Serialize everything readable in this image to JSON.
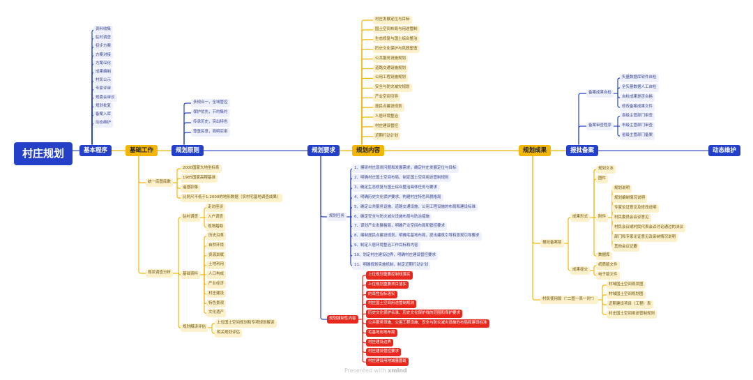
{
  "root": {
    "label": "村庄规划"
  },
  "colors": {
    "blue": "#2440c9",
    "yellow": "#f2b705",
    "red": "#e8281c",
    "blue_line": "#8893e0",
    "yellow_line": "#f5cf5c"
  },
  "main": [
    {
      "id": "basic_procedure",
      "label": "基本程序",
      "color": "blue"
    },
    {
      "id": "foundation",
      "label": "基础工作",
      "color": "yellow"
    },
    {
      "id": "principles",
      "label": "规划原则",
      "color": "blue"
    },
    {
      "id": "requirements",
      "label": "规划要求",
      "color": "blue"
    },
    {
      "id": "content",
      "label": "规划内容",
      "color": "yellow"
    },
    {
      "id": "results",
      "label": "规划成果",
      "color": "yellow"
    },
    {
      "id": "approval",
      "label": "报批备案",
      "color": "blue"
    },
    {
      "id": "maintenance",
      "label": "动态维护",
      "color": "blue"
    }
  ],
  "basic_procedure": [
    "资料收集",
    "驻村调查",
    "初步方案",
    "方案对接",
    "方案深化",
    "成果编制",
    "村民公示",
    "专家评审",
    "规委会审议",
    "规划批复",
    "备案入库",
    "动态维护"
  ],
  "principles": [
    "多规合一，全域管控",
    "保护优先，节约集约",
    "传承历史，突出特色",
    "尊重民意，简明实用"
  ],
  "foundation": {
    "base_map": {
      "label": "统一底图底数",
      "items": [
        "2000国家大地坐标系",
        "1985国家高程基准",
        "遥感影像",
        "比例尺不低于1:2000的地形数据（农村宅基地调查成果）"
      ]
    },
    "survey": {
      "label": "现状调查分析",
      "village_survey": {
        "label": "驻村调查",
        "items": [
          "走访座谈",
          "入户调查",
          "现场踏勘"
        ]
      },
      "basic_data": {
        "label": "基础资料",
        "items": [
          "历史沿革",
          "自然环境",
          "资源禀赋",
          "土地利用",
          "人口构成",
          "产业经济",
          "村庄建设",
          "特色景观",
          "文化遗产"
        ]
      },
      "evaluation": {
        "label": "规划解读评估",
        "items": [
          "上位国土空间规划和专项规划解读",
          "相关规划评估"
        ]
      }
    }
  },
  "content": [
    "村庄发展定位与目标",
    "国土空间布局与用途管制",
    "生态修复与国土综合整治",
    "历史文化保护与风貌塑造",
    "公共服务设施规划",
    "道路交通设施规划",
    "公用工程设施规划",
    "安全与防灾减灾规划",
    "产业空间引导",
    "居民点建设规划",
    "人居环境整治",
    "村庄建设管控",
    "近期行动计划"
  ],
  "requirements": {
    "tasks": {
      "label": "规划任务",
      "items": [
        "1、摸研村庄现状问题和发展需求，确定村庄发展定位与目标",
        "2、明确村庄国土空间布局，制定国土空间用途管制规则",
        "3、确定生态修复与国土综合整治具体任务与要求",
        "4、明确历史文化保护要求，构建村庄特色风貌格局",
        "5、确定公共服务设施、道路交通设施、公用工程设施的布局和建设标准",
        "6、确定安全与防灾减灾设施布局与防治措施",
        "7、谋划产业发展格局，明确产业空间布局和管控要求",
        "8、编制居民点建设规划，明确宅基地布局，提出建筑引导和景观引导要求",
        "9、制定人居环境整治工作目标和内容",
        "10、划定村庄建设边界，明确村庄建设管控要求",
        "11、明确规划实施机制，制定近期行动计划"
      ]
    },
    "mandatory": {
      "label": "规划强制性内容",
      "items": [
        "上位规划重要控制线落实",
        "上位规划重要项目落实",
        "约束性指标落实",
        "村庄国土空间用途管制规则",
        "历史文化保护名录、历史文化保护线的范围和保护要求",
        "公共服务设施、公用工程设施、安全与防灾减灾设施的布局和建设标准",
        "宅基地用地布局",
        "村庄建设边界",
        "村庄建设管控要求",
        "村庄建设用地减量图斑"
      ]
    }
  },
  "results": {
    "approval_version": {
      "label": "报批备案版",
      "forms": {
        "label": "成果形式",
        "items": [
          "规划文本",
          "图件"
        ],
        "attachments": {
          "label": "附件",
          "items": [
            "规划说明",
            "规划编制情况说明",
            "专家论证意见及修改说明",
            "村民委员会会议意见",
            "村民会议或村民代表会议讨论通过的决议",
            "部门和专家论证意见及采纳情况说明",
            "其他会议记要"
          ]
        },
        "database": "数据库"
      },
      "submission": {
        "label": "成果提交",
        "items": [
          "纸质版文件",
          "电子版文件"
        ]
      }
    },
    "villager_version": {
      "label": "村民使用版（“二图一表一则”）",
      "items": [
        "村域国土空间现状图",
        "村域国土空间规划图",
        "近期建设项目（工程）表",
        "村庄国土空间用途管制规则"
      ]
    }
  },
  "approval": {
    "self_check": {
      "label": "备案成果自检",
      "items": [
        "矢量数据库软件自检",
        "全矢量数据人工自检",
        "自检成果是否合格",
        "修改备案成果文件"
      ]
    },
    "review": {
      "label": "备案审查程序",
      "items": [
        "县级主管部门审查",
        "市级主管部门审查",
        "省级主管部门备案"
      ]
    }
  },
  "footer": {
    "prefix": "Presented with ",
    "brand": "xmind"
  }
}
